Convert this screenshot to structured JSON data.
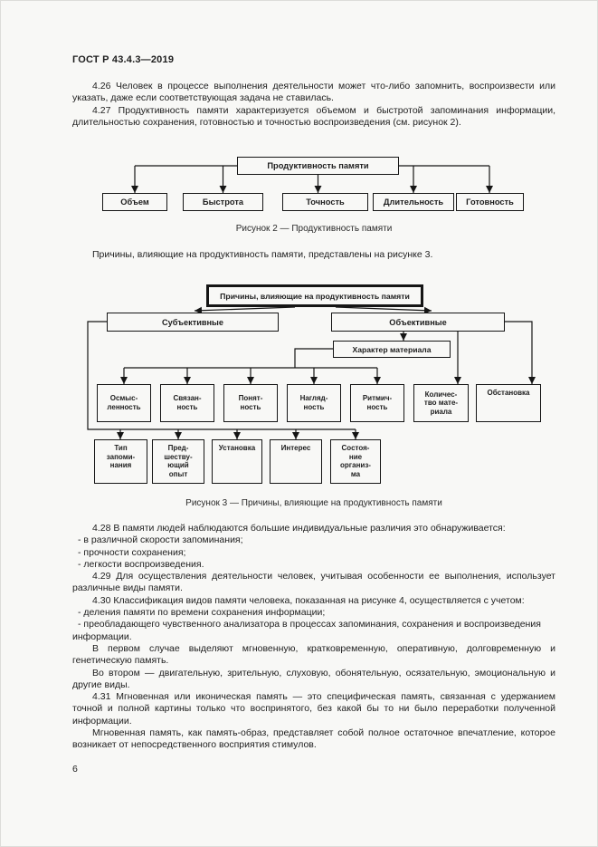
{
  "doc": {
    "number": "ГОСТ Р 43.4.3—2019",
    "page_number": "6"
  },
  "paragraphs": {
    "p426": "4.26 Человек в процессе выполнения деятельности может что-либо запомнить, воспроизвести или указать, даже если соответствующая задача не ставилась.",
    "p427": "4.27 Продуктивность памяти характеризуется объемом и быстротой запоминания информации, длительностью сохранения, готовностью и точностью воспроизведения (см. рисунок 2).",
    "intro3": "Причины, влияющие на продуктивность памяти, представлены на рисунке 3.",
    "p428": "4.28 В памяти людей наблюдаются большие индивидуальные различия это обнаруживается:",
    "li1": "- в различной скорости запоминания;",
    "li2": "- прочности сохранения;",
    "li3": "- легкости воспроизведения.",
    "p429": "4.29 Для осуществления деятельности человек, учитывая особенности ее выполнения, использует различные виды памяти.",
    "p430": "4.30 Классификация видов памяти человека, показанная на рисунке 4, осуществляется с учетом:",
    "li4": "- деления памяти по времени сохранения информации;",
    "li5": "- преобладающего чувственного анализатора в процессах запоминания, сохранения и воспроизведения информации.",
    "p430a": "В первом случае выделяют мгновенную, кратковременную, оперативную, долговременную и генетическую память.",
    "p430b": "Во втором — двигательную, зрительную, слуховую, обонятельную, осязательную, эмоциональную и другие виды.",
    "p431": "4.31 Мгновенная или иконическая память — это специфическая память, связанная с удержанием точной и полной картины только что воспринятого, без какой бы то ни было переработки полученной информации.",
    "p431a": "Мгновенная память, как память-образ, представляет собой полное остаточное впечатление, которое возникает от непосредственного восприятия стимулов."
  },
  "figure2": {
    "root": "Продуктивность памяти",
    "children": [
      "Объем",
      "Быстрота",
      "Точность",
      "Длительность",
      "Готовность"
    ],
    "caption": "Рисунок 2 — Продуктивность памяти"
  },
  "figure3": {
    "root": "Причины, влияющие на продуктивность памяти",
    "branch_subjective": "Субъективные",
    "branch_objective": "Объективные",
    "material": "Характер материала",
    "objective_factors": [
      "Осмыс-\nленность",
      "Связан-\nность",
      "Понят-\nность",
      "Нагляд-\nность",
      "Ритмич-\nность",
      "Количес-\nтво мате-\nриала",
      "Обстановка"
    ],
    "subjective_factors": [
      "Тип\nзапоми-\nнания",
      "Пред-\nшеству-\nющий\nопыт",
      "Установка",
      "Интерес",
      "Состоя-\nние\nорганиз-\nма"
    ],
    "caption": "Рисунок 3 — Причины, влияющие на продуктивность памяти"
  }
}
